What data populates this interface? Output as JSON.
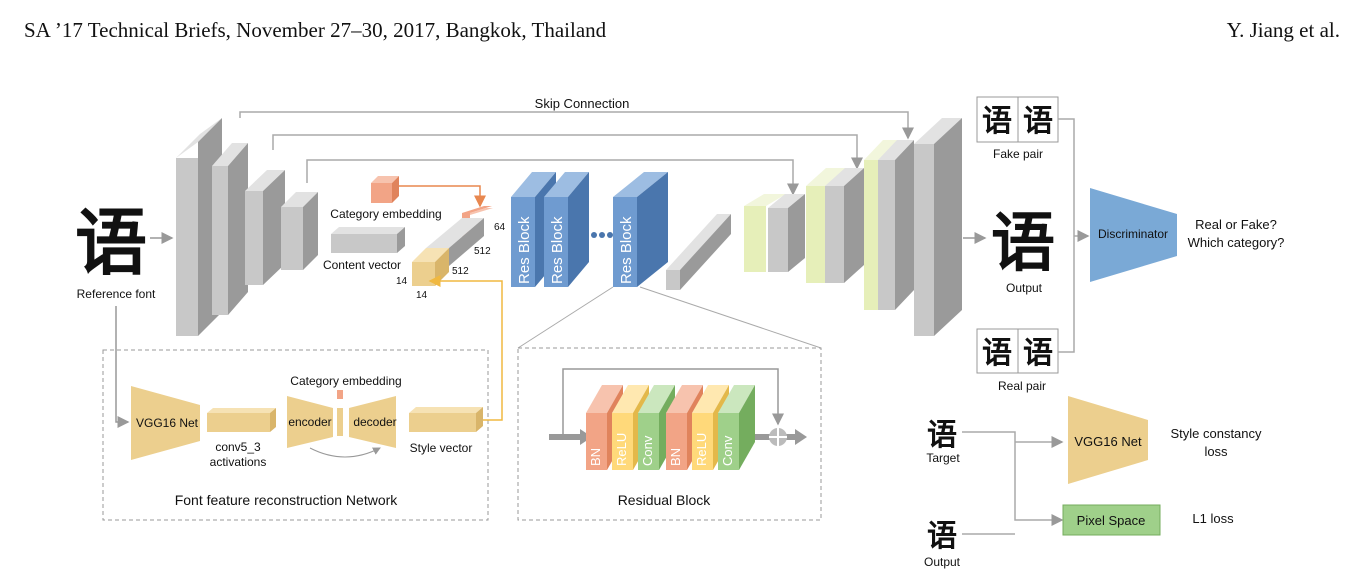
{
  "header": {
    "left": "SA ’17 Technical Briefs, November 27–30, 2017, Bangkok, Thailand",
    "right": "Y. Jiang et al."
  },
  "figure": {
    "skip_connection": "Skip Connection",
    "reference_glyph": "语",
    "reference_font": "Reference font",
    "category_embedding_top": "Category embedding",
    "content_vector": "Content vector",
    "dim_64": "64",
    "dim_512a": "512",
    "dim_512b": "512",
    "dim_14a": "14",
    "dim_14b": "14",
    "res_block": "Res Block",
    "fake_pair": "Fake pair",
    "real_pair": "Real pair",
    "output_label": "Output",
    "discriminator": "Discriminator",
    "real_or_fake": "Real or Fake?",
    "which_category": "Which category?",
    "vgg_net": "VGG16 Net",
    "conv5_3": "conv5_3",
    "activations": "activations",
    "category_embedding_inner": "Category embedding",
    "encoder": "encoder",
    "decoder": "decoder",
    "style_vector": "Style vector",
    "font_feature_network": "Font feature reconstruction Network",
    "residual_block": "Residual Block",
    "res_layers": [
      "BN",
      "ReLU",
      "Conv",
      "BN",
      "ReLU",
      "Conv"
    ],
    "target": "Target",
    "output_bottom": "Output",
    "vgg_net_loss": "VGG16 Net",
    "style_constancy": "Style constancy",
    "loss": "loss",
    "pixel_space": "Pixel Space",
    "l1_loss": "L1 loss"
  },
  "colors": {
    "gray_front": "#c8c8c8",
    "gray_side": "#9a9a9a",
    "blue_front": "#6f9bd0",
    "blue_side": "#4a76ad",
    "tan": "#eccf8e",
    "orange": "#f2a486",
    "green": "#9fd08a",
    "yellow": "#ffd97a",
    "light_green": "#e6efb9",
    "disc_blue": "#7aa9d6"
  }
}
